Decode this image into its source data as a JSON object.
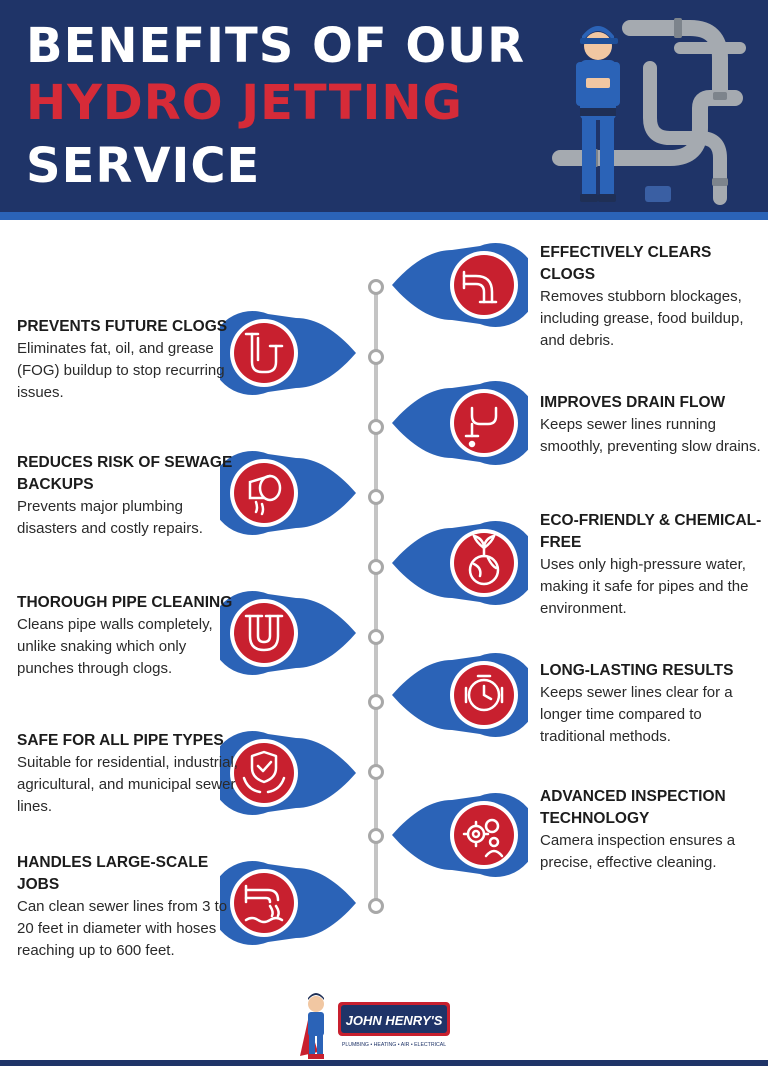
{
  "header": {
    "title_line1": "BENEFITS OF OUR",
    "title_line2": "HYDRO JETTING",
    "title_line3": "SERVICE"
  },
  "colors": {
    "navy": "#1f3468",
    "blue": "#2b63b7",
    "red": "#c8202f",
    "timeline_gray": "#c4c4c4"
  },
  "features": [
    {
      "title": "EFFECTIVELY CLEARS CLOGS",
      "description": "Removes stubborn blockages, including grease, food buildup, and debris.",
      "icon": "pipe-elbow-icon"
    },
    {
      "title": "PREVENTS FUTURE CLOGS",
      "description": "Eliminates fat, oil, and grease (FOG) buildup to stop recurring issues.",
      "icon": "u-bend-pipe-icon"
    },
    {
      "title": "IMPROVES DRAIN FLOW",
      "description": "Keeps sewer lines running smoothly, preventing slow drains.",
      "icon": "drain-pipe-icon"
    },
    {
      "title": "REDUCES RISK OF SEWAGE BACKUPS",
      "description": "Prevents major plumbing disasters and costly repairs.",
      "icon": "leaking-pipe-icon"
    },
    {
      "title": "ECO-FRIENDLY & CHEMICAL-FREE",
      "description": "Uses only high-pressure water, making it safe for pipes and the environment.",
      "icon": "globe-leaf-icon"
    },
    {
      "title": "THOROUGH PIPE CLEANING",
      "description": "Cleans pipe walls completely, unlike snaking which only punches through clogs.",
      "icon": "u-trap-icon"
    },
    {
      "title": "LONG-LASTING RESULTS",
      "description": "Keeps sewer lines clear for a longer time compared to traditional methods.",
      "icon": "clock-gauge-icon"
    },
    {
      "title": "SAFE FOR ALL PIPE TYPES",
      "description": "Suitable for residential, industrial, agricultural, and municipal sewer lines.",
      "icon": "shield-hands-icon"
    },
    {
      "title": "ADVANCED INSPECTION TECHNOLOGY",
      "description": "Camera inspection ensures a precise, effective cleaning.",
      "icon": "gears-person-icon"
    },
    {
      "title": "HANDLES LARGE-SCALE JOBS",
      "description": "Can clean sewer lines from 3 to 20 feet in diameter with hoses reaching up to 600 feet.",
      "icon": "outflow-pipe-icon"
    }
  ],
  "footer": {
    "logo_text": "JOHN HENRY'S",
    "logo_tagline": "PLUMBING • HEATING • AIR • ELECTRICAL"
  }
}
